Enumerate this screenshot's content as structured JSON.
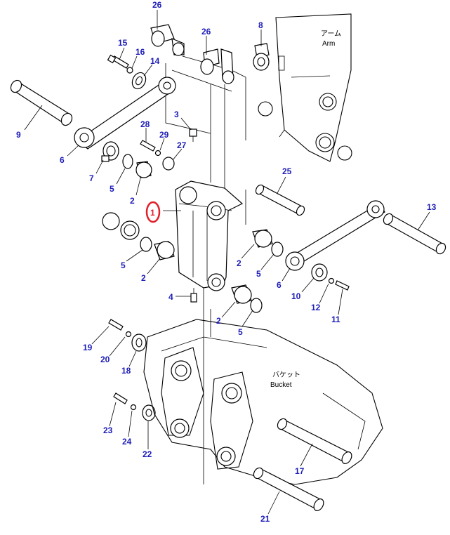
{
  "diagram": {
    "arm_label_jp": "アーム",
    "arm_label_en": "Arm",
    "bucket_label_jp": "バケット",
    "bucket_label_en": "Bucket",
    "highlight_color": "#e0202a",
    "callout_color": "#1d1db8",
    "callouts": [
      {
        "id": "c26a",
        "text": "26"
      },
      {
        "id": "c26b",
        "text": "26"
      },
      {
        "id": "c8",
        "text": "8"
      },
      {
        "id": "c15",
        "text": "15"
      },
      {
        "id": "c16",
        "text": "16"
      },
      {
        "id": "c14",
        "text": "14"
      },
      {
        "id": "c9",
        "text": "9"
      },
      {
        "id": "c3",
        "text": "3"
      },
      {
        "id": "c28",
        "text": "28"
      },
      {
        "id": "c29",
        "text": "29"
      },
      {
        "id": "c27",
        "text": "27"
      },
      {
        "id": "c6a",
        "text": "6"
      },
      {
        "id": "c7",
        "text": "7"
      },
      {
        "id": "c5a",
        "text": "5"
      },
      {
        "id": "c2a",
        "text": "2"
      },
      {
        "id": "c1",
        "text": "1"
      },
      {
        "id": "c25",
        "text": "25"
      },
      {
        "id": "c13",
        "text": "13"
      },
      {
        "id": "c5b",
        "text": "5"
      },
      {
        "id": "c2b",
        "text": "2"
      },
      {
        "id": "c2c",
        "text": "2"
      },
      {
        "id": "c5c",
        "text": "5"
      },
      {
        "id": "c6b",
        "text": "6"
      },
      {
        "id": "c10",
        "text": "10"
      },
      {
        "id": "c12",
        "text": "12"
      },
      {
        "id": "c11",
        "text": "11"
      },
      {
        "id": "c4",
        "text": "4"
      },
      {
        "id": "c2d",
        "text": "2"
      },
      {
        "id": "c5d",
        "text": "5"
      },
      {
        "id": "c19",
        "text": "19"
      },
      {
        "id": "c20",
        "text": "20"
      },
      {
        "id": "c18",
        "text": "18"
      },
      {
        "id": "c23",
        "text": "23"
      },
      {
        "id": "c24",
        "text": "24"
      },
      {
        "id": "c22",
        "text": "22"
      },
      {
        "id": "c17",
        "text": "17"
      },
      {
        "id": "c21",
        "text": "21"
      }
    ]
  }
}
